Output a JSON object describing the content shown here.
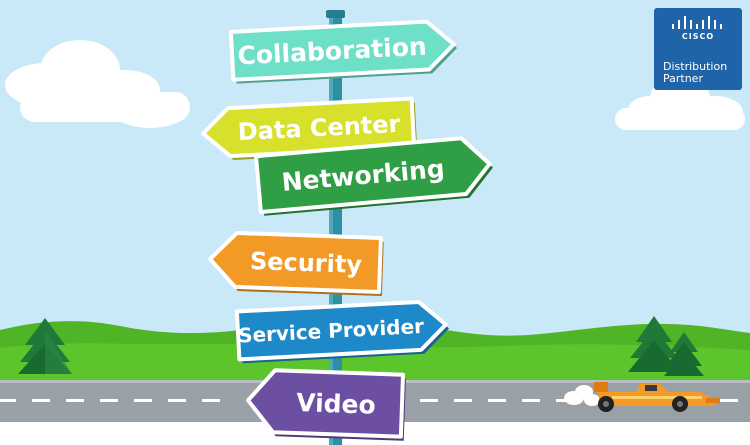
{
  "signs": [
    {
      "label": "Collaboration",
      "direction": "right",
      "color": "#6ee0c8"
    },
    {
      "label": "Data Center",
      "direction": "left",
      "color": "#d7e02a"
    },
    {
      "label": "Networking",
      "direction": "right",
      "color": "#2f9e44"
    },
    {
      "label": "Security",
      "direction": "left",
      "color": "#f39a26"
    },
    {
      "label": "Service Provider",
      "direction": "right",
      "color": "#1e89c8"
    },
    {
      "label": "Video",
      "direction": "left",
      "color": "#6c4fa3"
    }
  ],
  "badge": {
    "brand": "CISCO",
    "line1": "Distribution",
    "line2": "Partner",
    "color": "#1f63a8",
    "icon": "cisco-bridge-logo-icon"
  },
  "colors": {
    "sky": "#c9e8f8",
    "grass": "#5cbf2a",
    "road": "#9aa1a6",
    "pole": "#2e8fa3",
    "car": "#f39a26"
  }
}
